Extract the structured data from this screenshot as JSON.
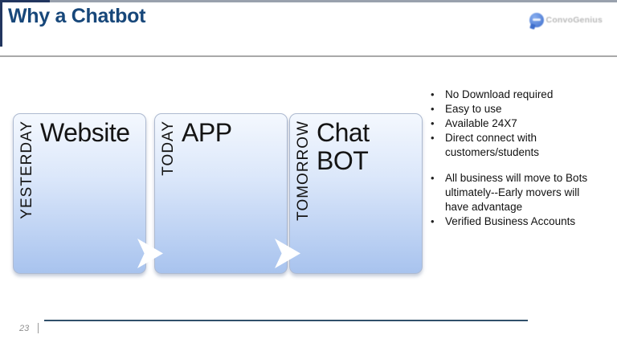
{
  "slide": {
    "title": "Why a Chatbot",
    "page_number": "23"
  },
  "logo": {
    "text": "ConvoGenius"
  },
  "process": {
    "steps": [
      {
        "era": "YESTERDAY",
        "label": "Website"
      },
      {
        "era": "TODAY",
        "label": "APP"
      },
      {
        "era": "TOMORROW",
        "label": "Chat BOT"
      }
    ]
  },
  "bullets": {
    "char": "•",
    "group1": [
      "No Download required",
      "Easy to use",
      "Available 24X7",
      "Direct connect with customers/students"
    ],
    "group2": [
      "All business will move to Bots ultimately--Early movers will have advantage",
      "Verified Business Accounts"
    ]
  },
  "colors": {
    "title": "#17477a",
    "box_top": "#f4f8fe",
    "box_bottom": "#a8c3ee",
    "footer_line": "#30506a",
    "header_rule": "#a9a9a9",
    "corner_border": "#22365f",
    "logo_blue": "#2e62c8"
  }
}
